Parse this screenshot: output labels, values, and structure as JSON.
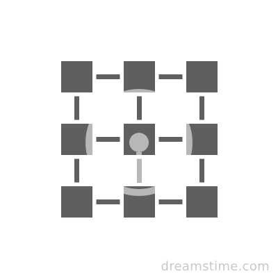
{
  "icon": {
    "name": "grid-network-icon",
    "color": "#5f5f5f",
    "node_rows": 3,
    "node_cols": 3
  },
  "watermark": {
    "brand_text": "dreamstime.com",
    "color": "#c8c8c8"
  }
}
